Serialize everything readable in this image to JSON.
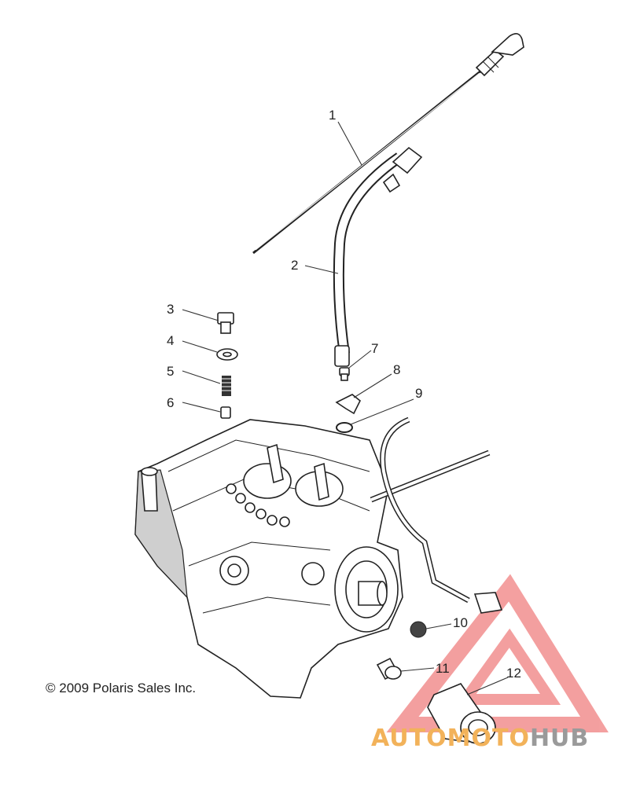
{
  "diagram": {
    "callouts": [
      {
        "id": "1",
        "label": "1"
      },
      {
        "id": "2",
        "label": "2"
      },
      {
        "id": "3",
        "label": "3"
      },
      {
        "id": "4",
        "label": "4"
      },
      {
        "id": "5",
        "label": "5"
      },
      {
        "id": "6",
        "label": "6"
      },
      {
        "id": "7",
        "label": "7"
      },
      {
        "id": "8",
        "label": "8"
      },
      {
        "id": "9",
        "label": "9"
      },
      {
        "id": "10",
        "label": "10"
      },
      {
        "id": "11",
        "label": "11"
      },
      {
        "id": "12",
        "label": "12"
      }
    ],
    "copyright": "© 2009 Polaris Sales Inc."
  },
  "watermark": {
    "part1": "AUTO",
    "part2": "MOTO",
    "part3": "HUB",
    "accent_color": "#f2b25a",
    "triangle_color": "#f08080",
    "gray_color": "#9a9a9a"
  }
}
